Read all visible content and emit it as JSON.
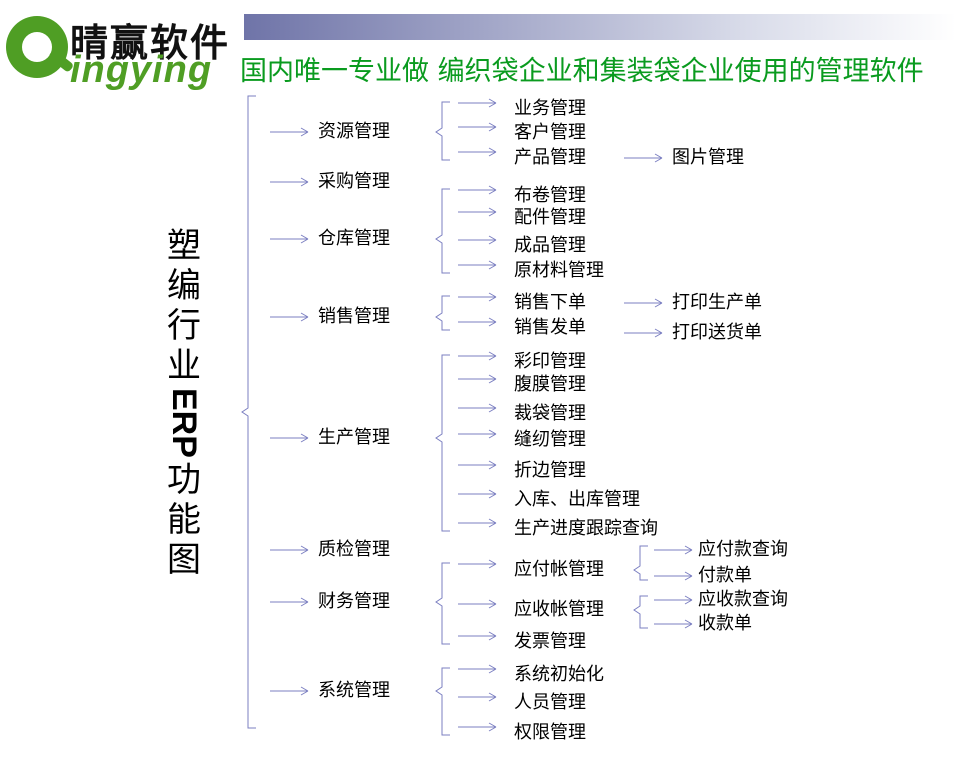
{
  "brand": {
    "logo_text_cn": "晴赢软件",
    "logo_text_en": "ingying",
    "logo_color": "#4f9e24"
  },
  "slogan": "国内唯一专业做 编织袋企业和集装袋企业使用的管理软件",
  "title_vertical": {
    "chars": [
      "塑",
      "编",
      "行",
      "业"
    ],
    "latin": "ERP",
    "chars_after": [
      "功",
      "能",
      "图"
    ]
  },
  "colors": {
    "slogan": "#0a9b1f",
    "arrow": "#7b7fc1",
    "bracket": "#7b7fc1"
  },
  "tree": [
    {
      "label": "资源管理",
      "children": [
        {
          "label": "业务管理"
        },
        {
          "label": "客户管理"
        },
        {
          "label": "产品管理",
          "children": [
            {
              "label": "图片管理"
            }
          ]
        }
      ]
    },
    {
      "label": "采购管理",
      "children": []
    },
    {
      "label": "仓库管理",
      "children": [
        {
          "label": "布卷管理"
        },
        {
          "label": "配件管理"
        },
        {
          "label": "成品管理"
        },
        {
          "label": "原材料管理"
        }
      ]
    },
    {
      "label": "销售管理",
      "children": [
        {
          "label": "销售下单",
          "children": [
            {
              "label": "打印生产单"
            }
          ]
        },
        {
          "label": "销售发单",
          "children": [
            {
              "label": "打印送货单"
            }
          ]
        }
      ]
    },
    {
      "label": "生产管理",
      "children": [
        {
          "label": "彩印管理"
        },
        {
          "label": "腹膜管理"
        },
        {
          "label": "裁袋管理"
        },
        {
          "label": "缝纫管理"
        },
        {
          "label": "折边管理"
        },
        {
          "label": "入库、出库管理"
        },
        {
          "label": "生产进度跟踪查询"
        }
      ]
    },
    {
      "label": "质检管理",
      "children": []
    },
    {
      "label": "财务管理",
      "children": [
        {
          "label": "应付帐管理",
          "children": [
            {
              "label": "应付款查询"
            },
            {
              "label": "付款单"
            }
          ]
        },
        {
          "label": "应收帐管理",
          "children": [
            {
              "label": "应收款查询"
            },
            {
              "label": "收款单"
            }
          ]
        },
        {
          "label": "发票管理"
        }
      ]
    },
    {
      "label": "系统管理",
      "children": [
        {
          "label": "系统初始化"
        },
        {
          "label": "人员管理"
        },
        {
          "label": "权限管理"
        }
      ]
    }
  ]
}
